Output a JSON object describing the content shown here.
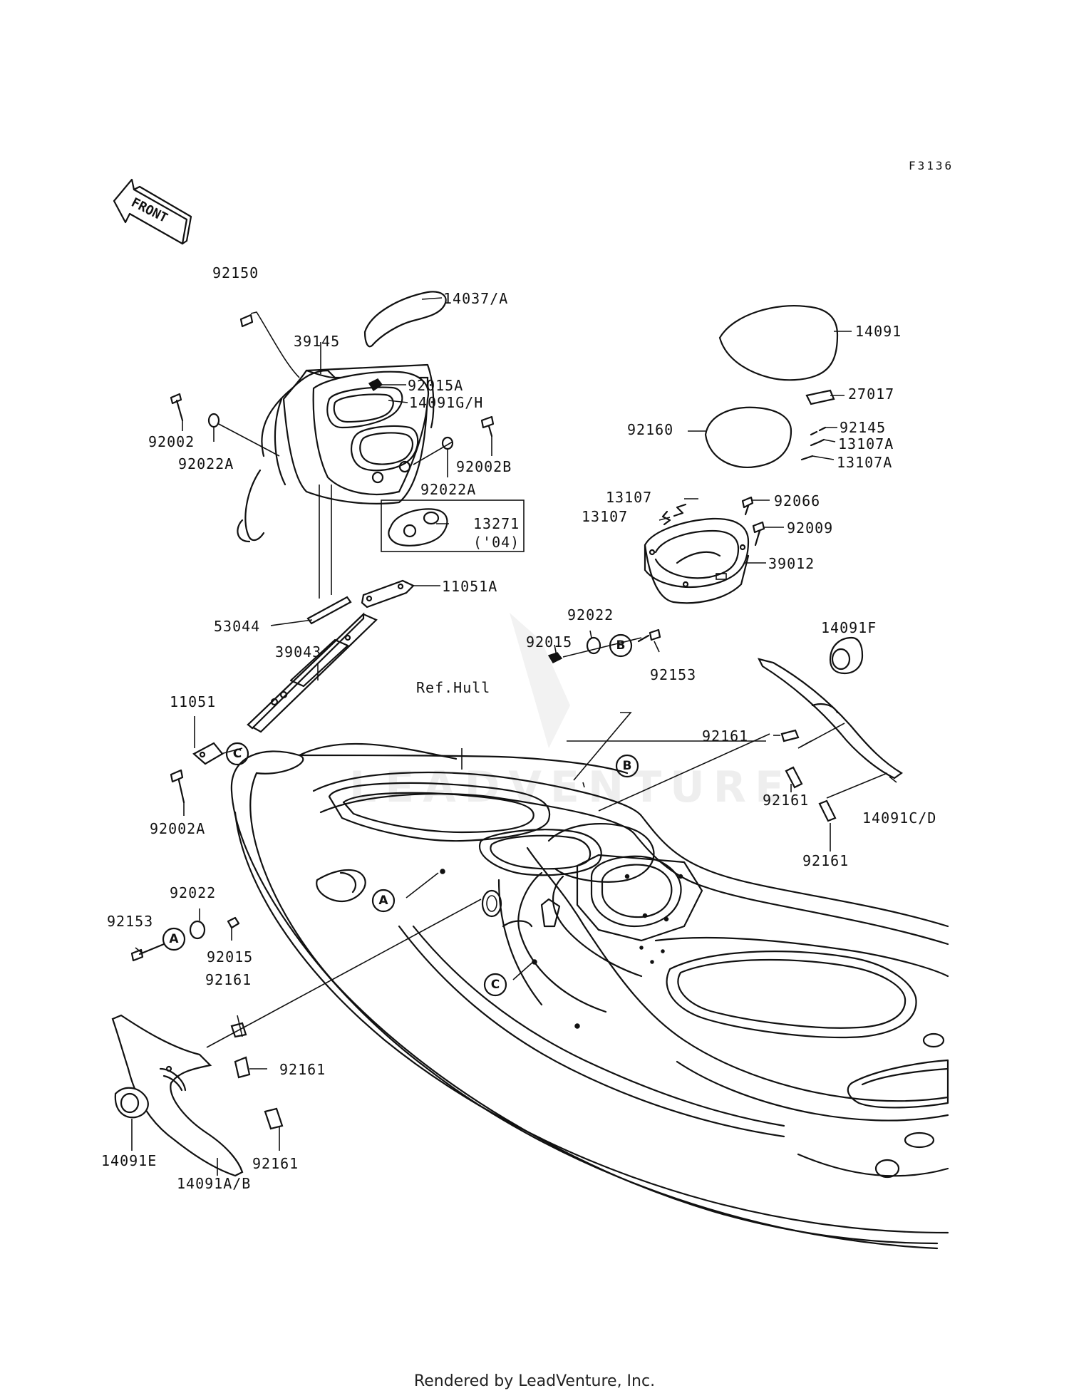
{
  "diagram_code": "F3136",
  "front_label": "FRONT",
  "ref_hull_label": "Ref.Hull",
  "footer_text": "Rendered by LeadVenture, Inc.",
  "watermark_text": "LEADVENTURE",
  "callouts": {
    "a": "A",
    "b": "B",
    "c": "C"
  },
  "parts": {
    "p92150": "92150",
    "p14037a": "14037/A",
    "p39145": "39145",
    "p92015a": "92015A",
    "p14091gh": "14091G/H",
    "p92002": "92002",
    "p92022a_left": "92022A",
    "p92002b": "92002B",
    "p92022a_right": "92022A",
    "p13271": "13271",
    "p13271_year": "('04)",
    "p11051a": "11051A",
    "p53044": "53044",
    "p39043": "39043",
    "p11051": "11051",
    "p92002a": "92002A",
    "p14091": "14091",
    "p27017": "27017",
    "p92160": "92160",
    "p92145": "92145",
    "p13107a_1": "13107A",
    "p13107a_2": "13107A",
    "p13107_1": "13107",
    "p13107_2": "13107",
    "p92066": "92066",
    "p92009": "92009",
    "p39012": "39012",
    "p92022_mid": "92022",
    "p92015_mid": "92015",
    "p92153_mid": "92153",
    "p14091f": "14091F",
    "p92161_r1": "92161",
    "p92161_r2": "92161",
    "p14091cd": "14091C/D",
    "p92161_r3": "92161",
    "p92022_left": "92022",
    "p92153_left": "92153",
    "p92015_left": "92015",
    "p92161_l1": "92161",
    "p92161_l2": "92161",
    "p92161_l3": "92161",
    "p14091e": "14091E",
    "p14091ab": "14091A/B"
  }
}
